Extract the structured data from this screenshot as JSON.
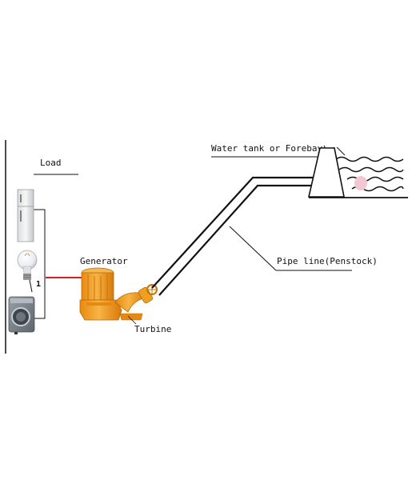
{
  "labels": {
    "load": "Load",
    "generator": "Generator",
    "turbine": "Turbine",
    "water_tank": "Water tank or Forebay",
    "pipe_line": "Pipe line(Penstock)",
    "bulb_marker": "1"
  },
  "icons": {
    "fridge": "fridge-icon",
    "bulb": "light-bulb-icon",
    "washer": "washing-machine-icon",
    "generator": "generator-icon",
    "turbine": "turbine-icon",
    "tank": "water-tank-icon"
  },
  "colors": {
    "generator_body": "#f0a020",
    "wire": "#d81e1e",
    "water_blob": "#f2c6d2"
  }
}
